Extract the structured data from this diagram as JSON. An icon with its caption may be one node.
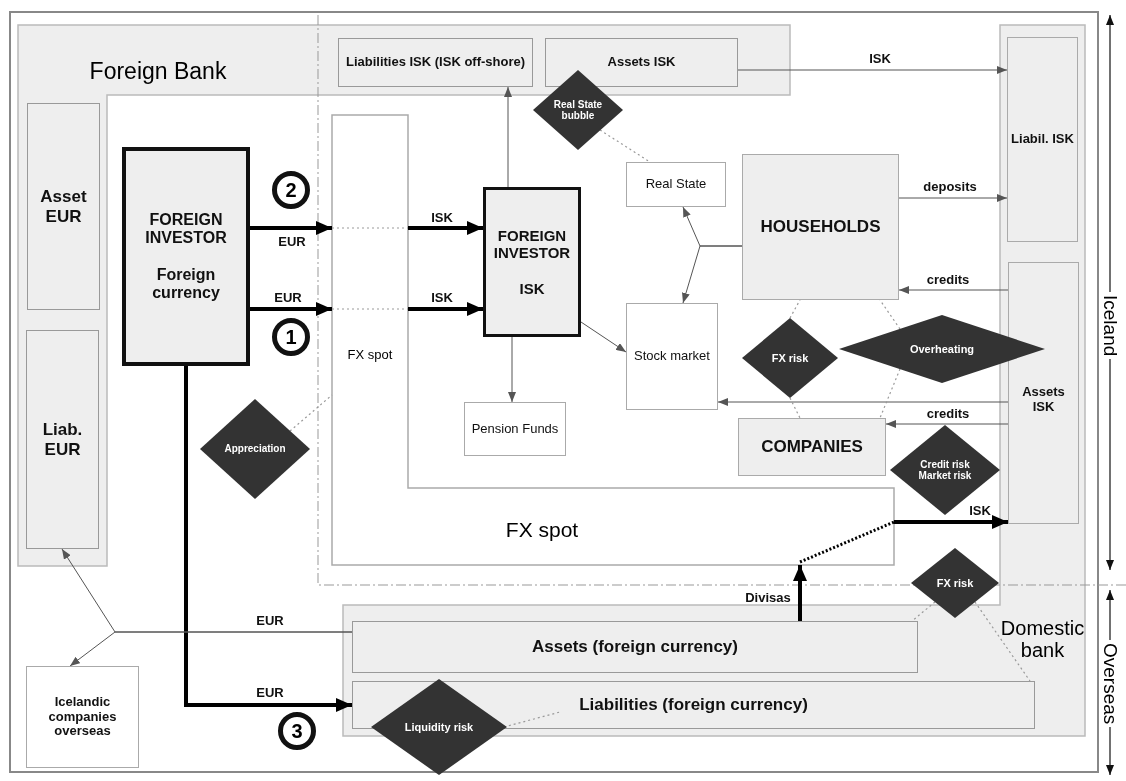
{
  "diagram": {
    "nodes": [
      {
        "text": [
          "Foreign Bank"
        ]
      },
      {
        "text": [
          "Liabilities ISK (ISK off-shore)"
        ],
        "in": 0
      },
      {
        "text": [
          "Assets ISK"
        ],
        "in": 0
      },
      {
        "text": [
          "Asset EUR"
        ],
        "in": 0
      },
      {
        "text": [
          "Liab. EUR"
        ],
        "in": 0
      },
      {
        "text": [
          "FOREIGN INVESTOR",
          "Foreign currency"
        ]
      },
      {
        "text": [
          "Real State bubble"
        ]
      },
      {
        "text": [
          "FX spot",
          "FX spot"
        ]
      },
      {
        "text": [
          "FOREIGN INVESTOR",
          "ISK"
        ]
      },
      {
        "text": [
          "Real State"
        ]
      },
      {
        "text": [
          "HOUSEHOLDS"
        ]
      },
      {
        "text": [
          "Stock market"
        ]
      },
      {
        "text": [
          "FX risk"
        ]
      },
      {
        "text": [
          "Overheating"
        ]
      },
      {
        "text": [
          "Pension Funds"
        ]
      },
      {
        "text": [
          "COMPANIES"
        ]
      },
      {
        "text": [
          "Appreciation"
        ]
      },
      {
        "text": [
          "Credit risk Market risk"
        ]
      },
      {
        "text": [
          "Domestic bank"
        ]
      },
      {
        "text": [
          "Liabil. ISK"
        ],
        "in": 18
      },
      {
        "text": [
          "Assets ISK"
        ],
        "in": 18
      },
      {
        "text": [
          "FX risk"
        ]
      },
      {
        "text": [
          "Assets (foreign currency)"
        ],
        "in": 18
      },
      {
        "text": [
          "Liabilities (foreign currency)"
        ],
        "in": 18
      },
      {
        "text": [
          "Liquidity risk"
        ]
      },
      {
        "text": [
          "Icelandic companies overseas"
        ]
      }
    ],
    "edges": [
      {
        "from": 5,
        "to": 7,
        "label": "EUR",
        "arrow": "to",
        "style": "thick"
      },
      {
        "from": 7,
        "to": 8,
        "label": "ISK",
        "arrow": "to",
        "style": "thick"
      },
      {
        "from": 5,
        "to": 7,
        "label": "EUR",
        "arrow": "to",
        "style": "thick"
      },
      {
        "from": 7,
        "to": 8,
        "label": "ISK",
        "arrow": "to",
        "style": "thick"
      },
      {
        "from": 8,
        "to": 1,
        "arrow": "to"
      },
      {
        "from": 8,
        "to": 14,
        "arrow": "to"
      },
      {
        "from": 8,
        "to": 11,
        "arrow": "to"
      },
      {
        "from": 2,
        "to": 19,
        "label": "ISK",
        "arrow": "to"
      },
      {
        "from": 10,
        "to": 19,
        "label": "deposits",
        "arrow": "to"
      },
      {
        "from": 10,
        "to": 9,
        "arrow": "to"
      },
      {
        "from": 10,
        "to": 11,
        "arrow": "to"
      },
      {
        "from": 20,
        "to": 10,
        "label": "credits",
        "arrow": "to"
      },
      {
        "from": 20,
        "to": 15,
        "label": "credits",
        "arrow": "to"
      },
      {
        "from": 20,
        "to": 11,
        "arrow": "to"
      },
      {
        "from": 5,
        "to": 23,
        "label": "EUR",
        "arrow": "to",
        "style": "thick"
      },
      {
        "from": 22,
        "to": 4,
        "label": "EUR",
        "arrow": "to"
      },
      {
        "from": 22,
        "to": 25,
        "arrow": "to"
      },
      {
        "from": 22,
        "to": 7,
        "label": "Divisas",
        "arrow": "to",
        "style": "thick"
      },
      {
        "from": 7,
        "to": 20,
        "label": "ISK",
        "arrow": "to",
        "style": "thick"
      },
      {
        "from": 6,
        "to": 9,
        "arrow": "none",
        "style": "dashed",
        "color": "#999999"
      },
      {
        "from": 12,
        "to": 10,
        "arrow": "none",
        "style": "dashed",
        "color": "#999999"
      },
      {
        "from": 12,
        "to": 15,
        "arrow": "none",
        "style": "dashed",
        "color": "#999999"
      },
      {
        "from": 13,
        "to": 10,
        "arrow": "none",
        "style": "dashed",
        "color": "#999999"
      },
      {
        "from": 13,
        "to": 15,
        "arrow": "none",
        "style": "dashed",
        "color": "#999999"
      },
      {
        "from": 16,
        "to": 7,
        "arrow": "none",
        "style": "dashed",
        "color": "#999999"
      },
      {
        "from": 21,
        "to": 22,
        "arrow": "none",
        "style": "dashed",
        "color": "#999999"
      },
      {
        "from": 21,
        "to": 23,
        "arrow": "none",
        "style": "dashed",
        "color": "#999999"
      },
      {
        "from": 24,
        "to": 23,
        "arrow": "none",
        "style": "dashed",
        "color": "#999999"
      }
    ],
    "labels": [
      "2",
      "1",
      "3",
      "Iceland",
      "Overseas"
    ]
  }
}
